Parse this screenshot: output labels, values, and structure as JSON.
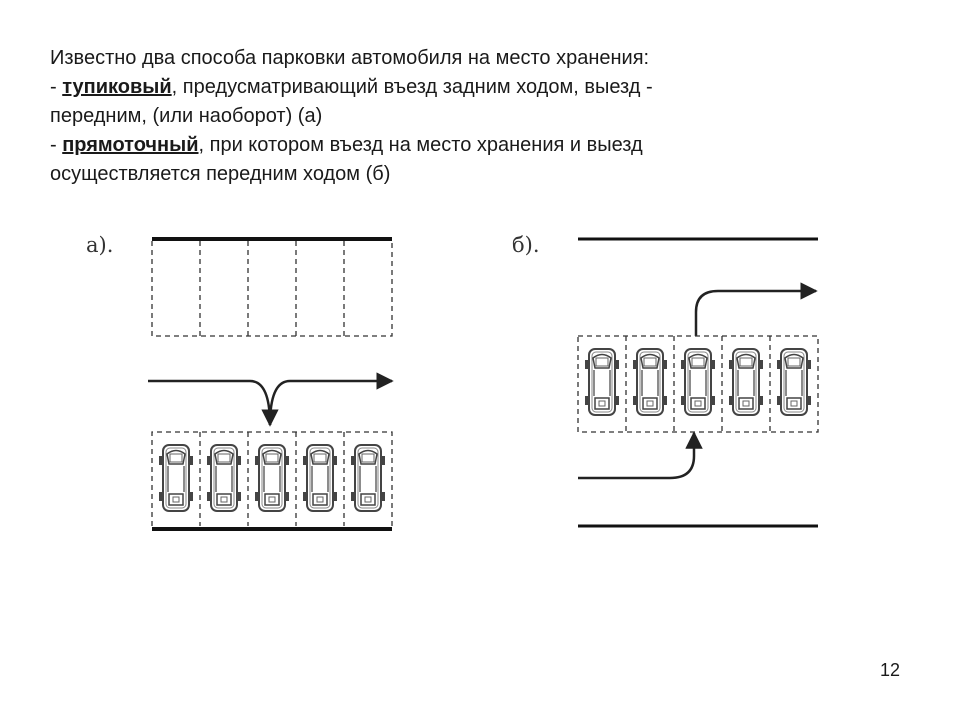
{
  "text": {
    "line1": "Известно два способа парковки автомобиля на место хранения:",
    "line2_prefix": "- ",
    "line2_term": "тупиковый",
    "line2_rest": ", предусматривающий въезд задним ходом, выезд -",
    "line3": "передним, (или наоборот) (а)",
    "line4_prefix": "- ",
    "line4_term": "прямоточный",
    "line4_rest": ", при котором въезд на место хранения и выезд",
    "line5": "осуществляется передним ходом (б)"
  },
  "figure_a": {
    "label": "а)."
  },
  "figure_b": {
    "label": "б)."
  },
  "page_number": "12"
}
